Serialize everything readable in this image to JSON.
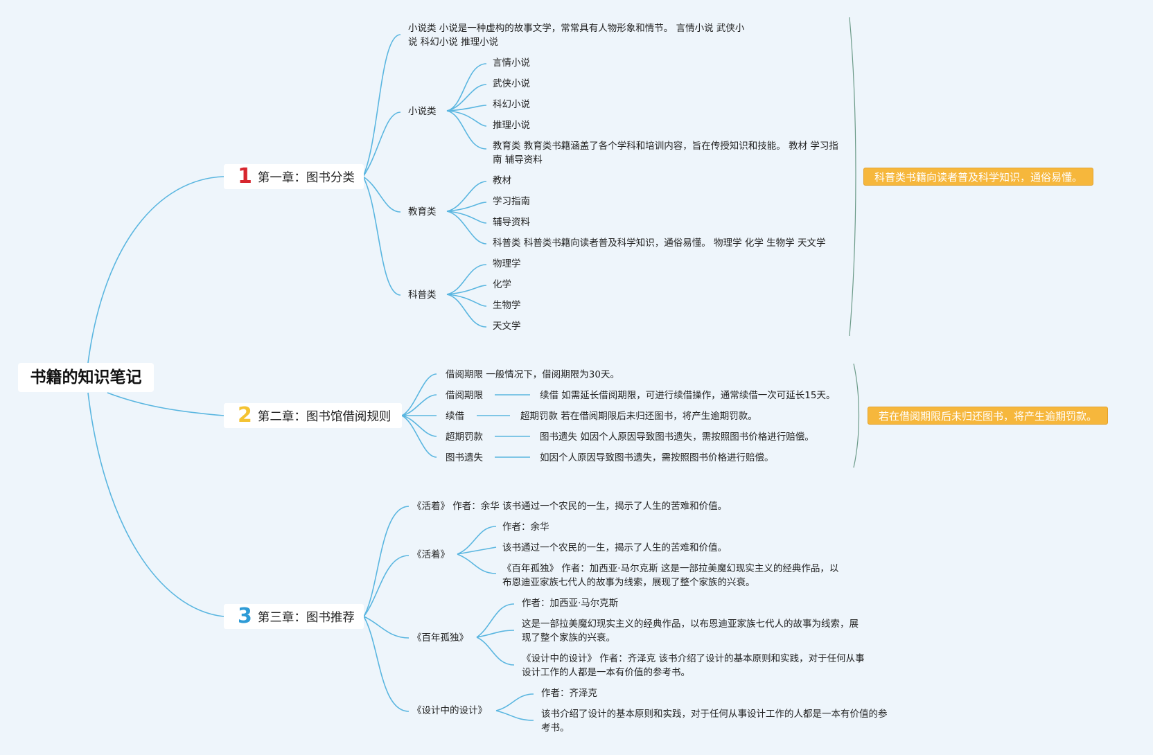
{
  "root": {
    "title": "书籍的知识笔记"
  },
  "ch1": {
    "num": "1",
    "num_color": "#d7262e",
    "title": "第一章：图书分类",
    "intro": "小说类 小说是一种虚构的故事文学，常常具有人物形象和情节。 言情小说 武侠小说 科幻小说 推理小说",
    "novel": {
      "label": "小说类",
      "items": [
        "言情小说",
        "武侠小说",
        "科幻小说",
        "推理小说"
      ],
      "extra": "教育类 教育类书籍涵盖了各个学科和培训内容，旨在传授知识和技能。 教材 学习指南 辅导资料"
    },
    "edu": {
      "label": "教育类",
      "items": [
        "教材",
        "学习指南",
        "辅导资料"
      ],
      "extra": "科普类 科普类书籍向读者普及科学知识，通俗易懂。 物理学 化学 生物学 天文学"
    },
    "sci": {
      "label": "科普类",
      "items": [
        "物理学",
        "化学",
        "生物学",
        "天文学"
      ]
    },
    "summary": "科普类书籍向读者普及科学知识，通俗易懂。"
  },
  "ch2": {
    "num": "2",
    "num_color": "#f4c332",
    "title": "第二章：图书馆借阅规则",
    "intro": "借阅期限 一般情况下，借阅期限为30天。",
    "rules": [
      {
        "label": "借阅期限",
        "desc": "续借 如需延长借阅期限，可进行续借操作，通常续借一次可延长15天。"
      },
      {
        "label": "续借",
        "desc": "超期罚款 若在借阅期限后未归还图书，将产生逾期罚款。"
      },
      {
        "label": "超期罚款",
        "desc": "图书遗失 如因个人原因导致图书遗失，需按照图书价格进行赔偿。"
      },
      {
        "label": "图书遗失",
        "desc": "如因个人原因导致图书遗失，需按照图书价格进行赔偿。"
      }
    ],
    "summary": "若在借阅期限后未归还图书，将产生逾期罚款。"
  },
  "ch3": {
    "num": "3",
    "num_color": "#2e9bd6",
    "title": "第三章：图书推荐",
    "intro": "《活着》 作者：余华 该书通过一个农民的一生，揭示了人生的苦难和价值。",
    "b1": {
      "label": "《活着》",
      "author": "作者：余华",
      "desc": "该书通过一个农民的一生，揭示了人生的苦难和价值。",
      "extra": "《百年孤独》 作者：加西亚·马尔克斯 这是一部拉美魔幻现实主义的经典作品，以布恩迪亚家族七代人的故事为线索，展现了整个家族的兴衰。"
    },
    "b2": {
      "label": "《百年孤独》",
      "author": "作者：加西亚·马尔克斯",
      "desc": "这是一部拉美魔幻现实主义的经典作品，以布恩迪亚家族七代人的故事为线索，展现了整个家族的兴衰。",
      "extra": "《设计中的设计》 作者：齐泽克 该书介绍了设计的基本原则和实践，对于任何从事设计工作的人都是一本有价值的参考书。"
    },
    "b3": {
      "label": "《设计中的设计》",
      "author": "作者：齐泽克",
      "desc": "该书介绍了设计的基本原则和实践，对于任何从事设计工作的人都是一本有价值的参考书。"
    }
  },
  "colors": {
    "line": "#5ab6e0",
    "bracket": "#6b9a88",
    "summary_bg": "#f6b73c"
  }
}
